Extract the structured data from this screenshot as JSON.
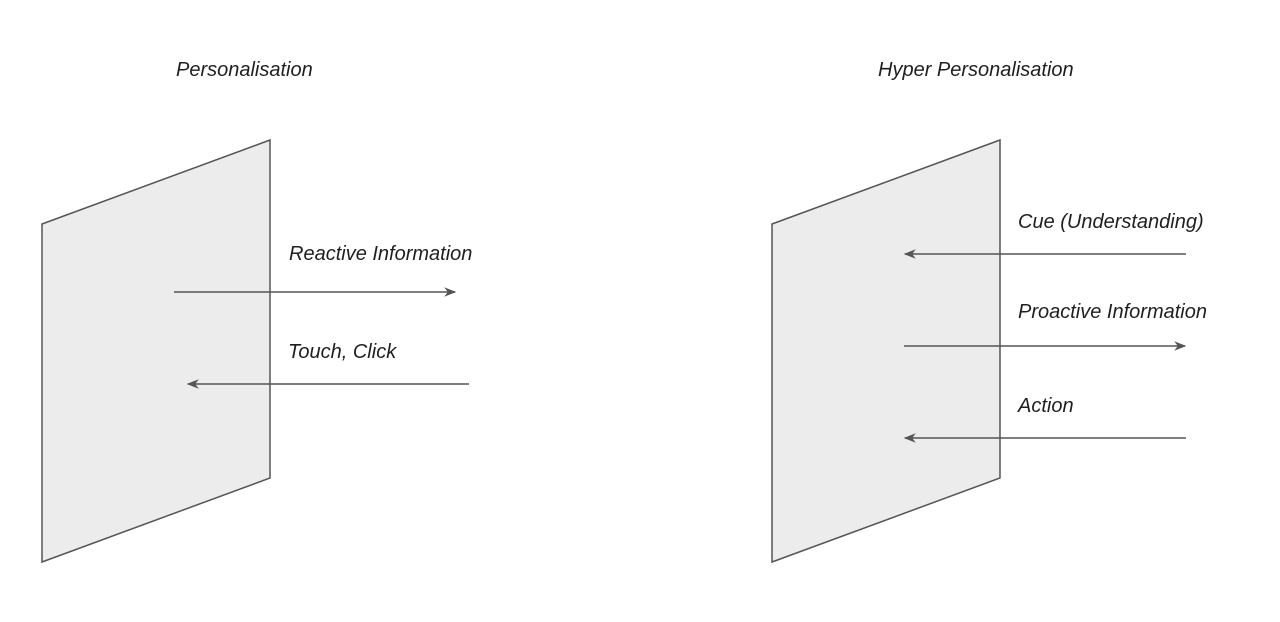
{
  "panels": {
    "left": {
      "title": "Personalisation",
      "arrows": [
        {
          "label": "Reactive Information",
          "direction": "outgoing"
        },
        {
          "label": "Touch, Click",
          "direction": "incoming"
        }
      ]
    },
    "right": {
      "title": "Hyper Personalisation",
      "arrows": [
        {
          "label": "Cue (Understanding)",
          "direction": "incoming"
        },
        {
          "label": "Proactive Information",
          "direction": "outgoing"
        },
        {
          "label": "Action",
          "direction": "incoming"
        }
      ]
    }
  },
  "colors": {
    "plane_fill": "#ececec",
    "stroke": "#555555",
    "text": "#1f1f1f"
  }
}
